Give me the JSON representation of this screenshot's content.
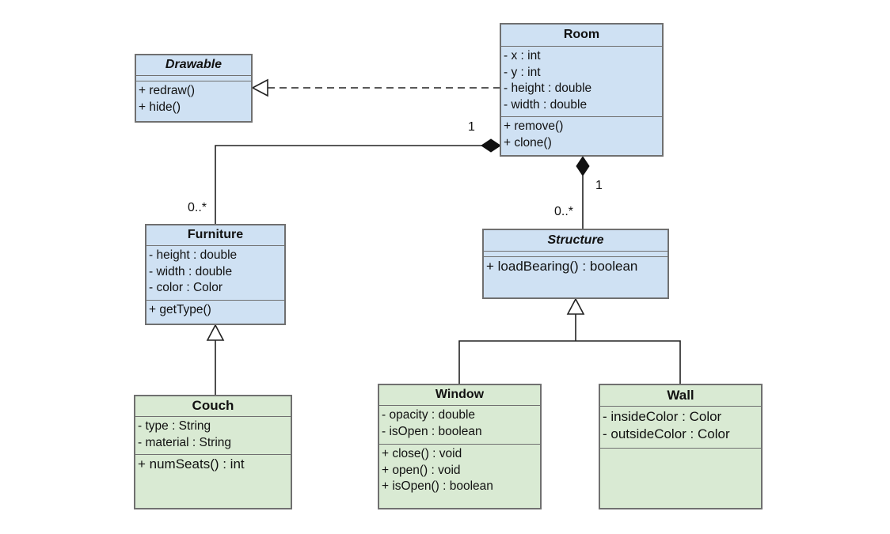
{
  "classes": {
    "room": {
      "name": "Room",
      "attributes": [
        "- x : int",
        "- y : int",
        "- height : double",
        "- width : double"
      ],
      "operations": [
        "+ remove()",
        "+ clone()"
      ]
    },
    "drawable": {
      "name": "Drawable",
      "attributes": [],
      "operations": [
        "+ redraw()",
        "+ hide()"
      ]
    },
    "furniture": {
      "name": "Furniture",
      "attributes": [
        "- height : double",
        "- width : double",
        "- color : Color"
      ],
      "operations": [
        "+ getType()"
      ]
    },
    "structure": {
      "name": "Structure",
      "attributes": [],
      "operations": [
        "+ loadBearing() : boolean"
      ]
    },
    "couch": {
      "name": "Couch",
      "attributes": [
        "- type : String",
        "- material : String"
      ],
      "operations": [
        "+ numSeats() : int"
      ]
    },
    "window": {
      "name": "Window",
      "attributes": [
        "- opacity : double",
        "- isOpen : boolean"
      ],
      "operations": [
        "+ close() : void",
        "+ open() : void",
        "+ isOpen() : boolean"
      ]
    },
    "wall": {
      "name": "Wall",
      "attributes": [
        "- insideColor : Color",
        "- outsideColor : Color"
      ],
      "operations": []
    }
  },
  "multiplicities": {
    "room_furniture_room_end": "1",
    "room_furniture_furniture_end": "0..*",
    "room_structure_room_end": "1",
    "room_structure_structure_end": "0..*"
  },
  "colors": {
    "class_blue": "#cfe1f3",
    "class_green": "#d9ead3",
    "border": "#707070",
    "line": "#222222"
  }
}
